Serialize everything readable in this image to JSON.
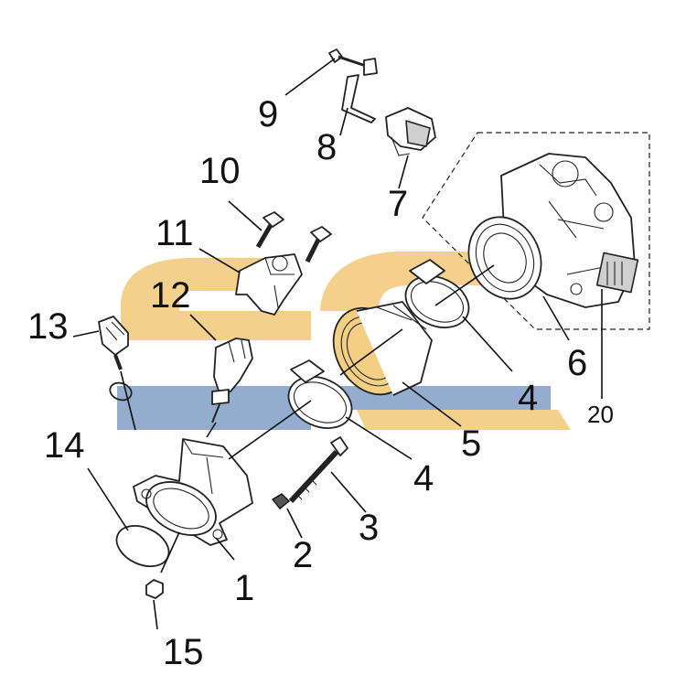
{
  "diagram": {
    "watermark": {
      "text": "SC",
      "top_color": "#f3ce85",
      "bottom_color": "#8fa9cd"
    },
    "callouts": [
      {
        "id": "c1",
        "label": "1"
      },
      {
        "id": "c2",
        "label": "2"
      },
      {
        "id": "c3",
        "label": "3"
      },
      {
        "id": "c4a",
        "label": "4"
      },
      {
        "id": "c4b",
        "label": "4"
      },
      {
        "id": "c5",
        "label": "5"
      },
      {
        "id": "c6",
        "label": "6"
      },
      {
        "id": "c7",
        "label": "7"
      },
      {
        "id": "c8",
        "label": "8"
      },
      {
        "id": "c9",
        "label": "9"
      },
      {
        "id": "c10",
        "label": "10"
      },
      {
        "id": "c11",
        "label": "11"
      },
      {
        "id": "c12",
        "label": "12"
      },
      {
        "id": "c13",
        "label": "13"
      },
      {
        "id": "c14",
        "label": "14"
      },
      {
        "id": "c15",
        "label": "15"
      },
      {
        "id": "c20",
        "label": "20"
      }
    ]
  }
}
